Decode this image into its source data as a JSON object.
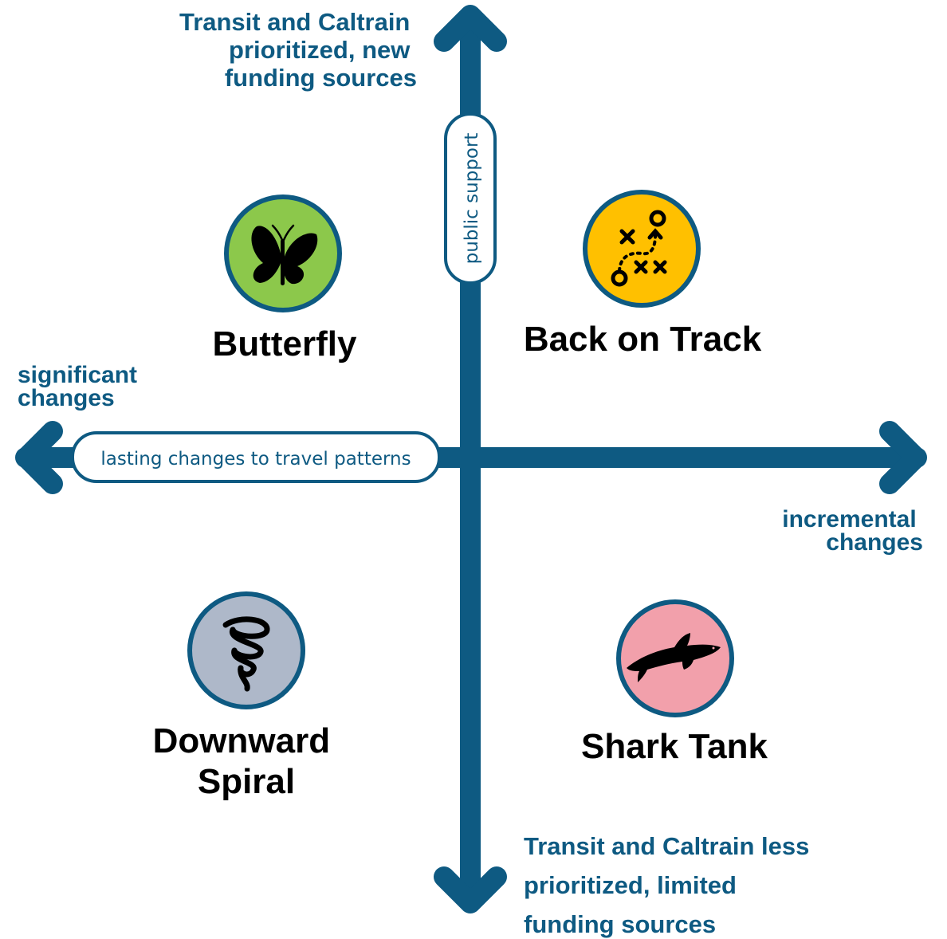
{
  "colors": {
    "axis": "#0e5a82",
    "circle_border": "#0e5a82",
    "butterfly_fill": "#8cc84b",
    "back_on_track_fill": "#ffc000",
    "downward_spiral_fill": "#aeb8c9",
    "shark_tank_fill": "#f2a0ab",
    "label_text": "#000000",
    "axis_text": "#0e5a82"
  },
  "axes": {
    "vertical": {
      "name": "public support",
      "top_note": [
        "Transit and Caltrain",
        "prioritized, new",
        "funding sources"
      ],
      "bottom_note": [
        "Transit and Caltrain less",
        "prioritized, limited",
        "funding sources"
      ]
    },
    "horizontal": {
      "name": "lasting changes to travel patterns",
      "left_note": [
        "significant",
        "changes"
      ],
      "right_note": [
        "incremental",
        "changes"
      ]
    }
  },
  "scenarios": [
    {
      "id": "butterfly",
      "title_lines": [
        "Butterfly"
      ],
      "icon": "butterfly-icon"
    },
    {
      "id": "back-on-track",
      "title_lines": [
        "Back on Track"
      ],
      "icon": "play-diagram-icon"
    },
    {
      "id": "downward-spiral",
      "title_lines": [
        "Downward",
        "Spiral"
      ],
      "icon": "tornado-icon"
    },
    {
      "id": "shark-tank",
      "title_lines": [
        "Shark Tank"
      ],
      "icon": "shark-icon"
    }
  ]
}
